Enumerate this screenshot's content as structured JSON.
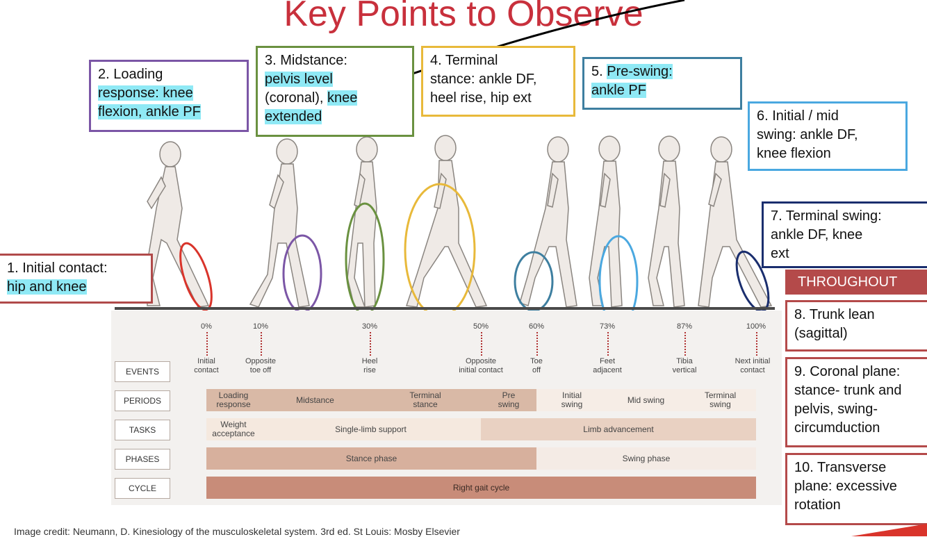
{
  "title": "Key Points to Observe",
  "callouts": {
    "c1": {
      "a": "1. Initial contact:",
      "b": "hip and knee"
    },
    "c2": {
      "a": "2. Loading",
      "b": "response: knee",
      "c": "flexion, ankle PF"
    },
    "c3": {
      "a": "3. Midstance:",
      "b": "pelvis level",
      "c": "(coronal),",
      "d": "knee",
      "e": "extended"
    },
    "c4": {
      "a": "4. Terminal",
      "b": "stance: ankle DF,",
      "c": "heel rise, hip ext"
    },
    "c5": {
      "a": "5.",
      "b": "Pre-swing:",
      "c": "ankle PF"
    },
    "c6": {
      "a": "6. Initial / mid",
      "b": "swing: ankle DF,",
      "c": "knee flexion"
    },
    "c7": {
      "a": "7. Terminal swing:",
      "b": "ankle DF, knee",
      "c": "ext"
    }
  },
  "throughout": {
    "header": "THROUGHOUT",
    "c8": {
      "a": "8. Trunk lean",
      "b": "(sagittal)"
    },
    "c9": {
      "a": "9. Coronal plane:",
      "b": "stance- trunk and",
      "c": "pelvis, swing-",
      "d": "circumduction"
    },
    "c10": {
      "a": "10. Transverse",
      "b": "plane: excessive",
      "c": "rotation"
    }
  },
  "gait_chart": {
    "percents": [
      "0%",
      "10%",
      "30%",
      "50%",
      "60%",
      "73%",
      "87%",
      "100%"
    ],
    "events": [
      {
        "a": "Initial",
        "b": "contact"
      },
      {
        "a": "Opposite",
        "b": "toe off"
      },
      {
        "a": "Heel",
        "b": "rise"
      },
      {
        "a": "Opposite",
        "b": "initial contact"
      },
      {
        "a": "Toe",
        "b": "off"
      },
      {
        "a": "Feet",
        "b": "adjacent"
      },
      {
        "a": "Tibia",
        "b": "vertical"
      },
      {
        "a": "Next initial",
        "b": "contact"
      }
    ],
    "row_labels": [
      "EVENTS",
      "PERIODS",
      "TASKS",
      "PHASES",
      "CYCLE"
    ],
    "periods": [
      {
        "a": "Loading",
        "b": "response"
      },
      {
        "a": "Midstance",
        "b": ""
      },
      {
        "a": "Terminal",
        "b": "stance"
      },
      {
        "a": "Pre",
        "b": "swing"
      },
      {
        "a": "Initial",
        "b": "swing"
      },
      {
        "a": "Mid swing",
        "b": ""
      },
      {
        "a": "Terminal",
        "b": "swing"
      }
    ],
    "tasks": [
      {
        "a": "Weight",
        "b": "acceptance"
      },
      {
        "a": "Single-limb support",
        "b": ""
      },
      {
        "a": "Limb advancement",
        "b": ""
      }
    ],
    "phases": [
      "Stance phase",
      "Swing phase"
    ],
    "cycle": "Right gait cycle"
  },
  "credit": "Image credit: Neumann, D. Kinesiology of the musculoskeletal system. 3rd ed. St Louis: Mosby Elsevier",
  "colors": {
    "title": "#c8303c",
    "highlight": "#8fe9f5",
    "c1": "#b04a4a",
    "c2": "#7b56a6",
    "c3": "#6a9140",
    "c4": "#e8b93a",
    "c5": "#3e7fa0",
    "c6": "#4aa8e0",
    "c7": "#1a2e6e",
    "throughout": "#b44a4a"
  }
}
